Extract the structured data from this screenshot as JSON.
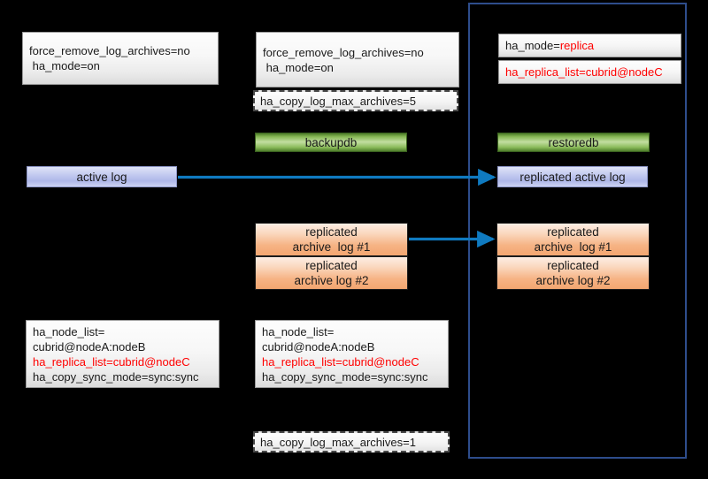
{
  "diagram": {
    "title": "CUBRID HA replica setup / backup-restore log replication diagram",
    "accent_blue": "#0f7ac0",
    "region_border": "#2e4d8c",
    "highlight_red": "#ff0000"
  },
  "region": {
    "label": "replica-node-region"
  },
  "left_column": {
    "config_top": {
      "line1": "force_remove_log_archives=no",
      "line2": " ha_mode=on"
    },
    "active_log": {
      "label": "active log"
    },
    "config_bottom": {
      "line1": "ha_node_list=",
      "line2": "cubrid@nodeA:nodeB",
      "line3": "ha_replica_list=cubrid@nodeC",
      "line4": "ha_copy_sync_mode=sync:sync"
    }
  },
  "middle_column": {
    "config_top": {
      "line1": "force_remove_log_archives=no",
      "line2": " ha_mode=on"
    },
    "config_chip": {
      "text": "ha_copy_log_max_archives=5"
    },
    "command": {
      "label": "backupdb"
    },
    "archive_log_1": {
      "line1": "replicated",
      "line2": "archive  log #1"
    },
    "archive_log_2": {
      "line1": "replicated",
      "line2": "archive log #2"
    },
    "config_bottom": {
      "line1": "ha_node_list=",
      "line2": "cubrid@nodeA:nodeB",
      "line3": "ha_replica_list=cubrid@nodeC",
      "line4": "ha_copy_sync_mode=sync:sync"
    },
    "config_chip_bottom": {
      "text": "ha_copy_log_max_archives=1"
    }
  },
  "right_column": {
    "config_mode": {
      "prefix": "ha_mode=",
      "value": "replica"
    },
    "config_replica_list": {
      "text": "ha_replica_list=cubrid@nodeC"
    },
    "command": {
      "label": "restoredb"
    },
    "active_log": {
      "label": "replicated active log"
    },
    "archive_log_1": {
      "line1": "replicated",
      "line2": "archive  log #1"
    },
    "archive_log_2": {
      "line1": "replicated",
      "line2": "archive log #2"
    }
  },
  "arrows": [
    {
      "name": "active-log-replication-arrow"
    },
    {
      "name": "archive-log-replication-arrow"
    }
  ]
}
